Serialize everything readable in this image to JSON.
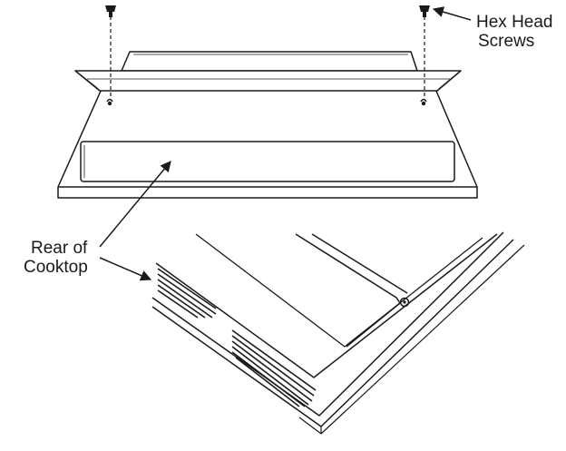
{
  "labels": {
    "hex_head_screws": [
      "Hex Head",
      "Screws"
    ],
    "rear_of_cooktop": [
      "Rear of",
      "Cooktop"
    ]
  },
  "colors": {
    "line": "#1a1a1a",
    "background": "#ffffff"
  }
}
